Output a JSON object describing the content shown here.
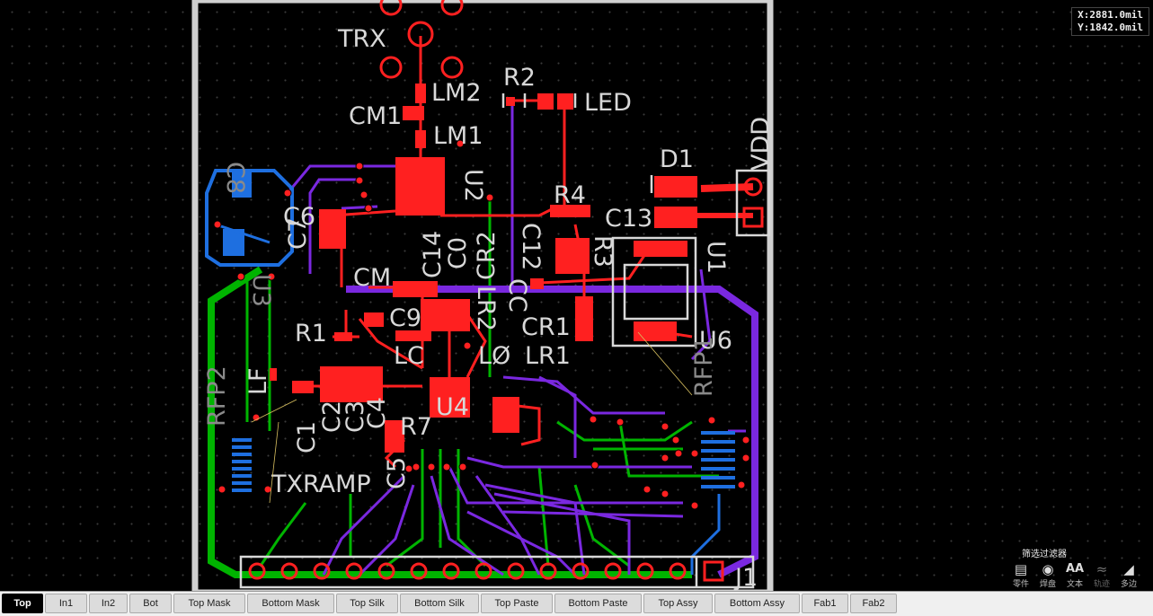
{
  "coords": {
    "x": "X:2881.0mil",
    "y": "Y:1842.0mil"
  },
  "silk_labels": {
    "trx": "TRX",
    "lm2": "LM2",
    "cm1": "CM1",
    "lm1": "LM1",
    "r2": "R2",
    "led": "LED",
    "vdd": "VDD",
    "d1": "D1",
    "c13": "C13",
    "u1": "U1",
    "r4": "R4",
    "c12": "C12",
    "r3": "R3",
    "u2": "U2",
    "c6": "C6",
    "c7": "C7",
    "c14": "C14",
    "c0": "C0",
    "cr2": "CR2",
    "cc": "CC",
    "lr2": "LR2",
    "cm": "CM",
    "c9": "C9",
    "cr1": "CR1",
    "u6": "U6",
    "r1": "R1",
    "lc": "LC",
    "l0": "LØ",
    "lr1": "LR1",
    "rfp1": "RFP1",
    "rfp2": "RFP2",
    "lf": "LF",
    "c1": "C1",
    "c2": "C2",
    "c3": "C3",
    "c4": "C4",
    "u4": "U4",
    "r7": "R7",
    "c5": "C5",
    "txramp": "TXRAMP",
    "j1": "J1",
    "u3": "U3",
    "c8": "C8"
  },
  "filter_panel": {
    "title": "筛选过滤器",
    "items": [
      {
        "label": "零件",
        "icon": "component-icon"
      },
      {
        "label": "焊盘",
        "icon": "pad-icon"
      },
      {
        "label": "文本",
        "icon": "text-icon"
      },
      {
        "label": "轨迹",
        "icon": "track-icon"
      },
      {
        "label": "多边",
        "icon": "polygon-icon"
      }
    ]
  },
  "layer_tabs": [
    {
      "label": "Top",
      "active": true
    },
    {
      "label": "In1"
    },
    {
      "label": "In2"
    },
    {
      "label": "Bot"
    },
    {
      "label": "Top Mask"
    },
    {
      "label": "Bottom Mask"
    },
    {
      "label": "Top Silk"
    },
    {
      "label": "Bottom Silk"
    },
    {
      "label": "Top Paste"
    },
    {
      "label": "Bottom Paste"
    },
    {
      "label": "Top Assy"
    },
    {
      "label": "Bottom Assy"
    },
    {
      "label": "Fab1"
    },
    {
      "label": "Fab2"
    }
  ],
  "colors": {
    "top_copper": "#ff2020",
    "bottom_copper": "#1e6fe0",
    "inner1": "#00b400",
    "inner2": "#7a28e0",
    "silk": "#d8d8d8",
    "outline": "#d0d0d0"
  }
}
